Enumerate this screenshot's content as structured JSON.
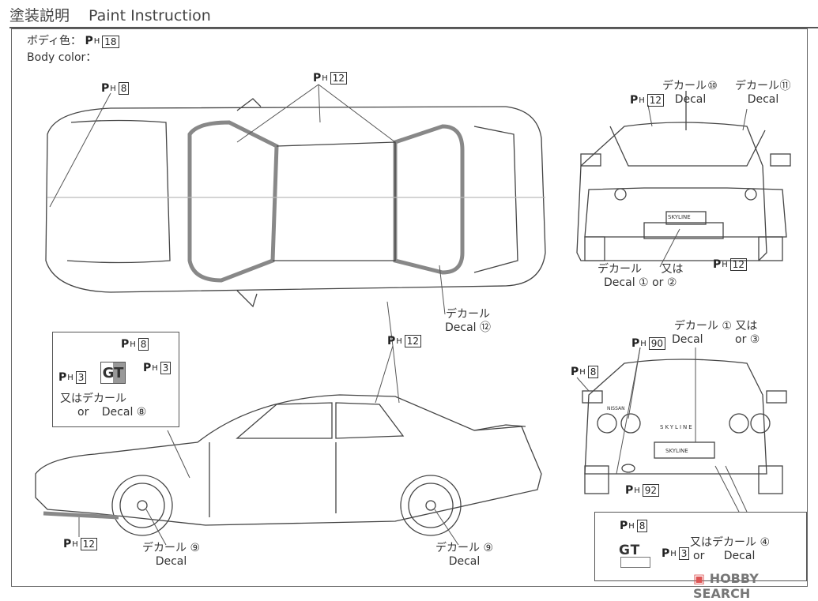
{
  "header": {
    "title_jp": "塗装説明",
    "title_en": "Paint Instruction"
  },
  "body_color": {
    "label_jp": "ボディ色：",
    "label_en": "Body color：",
    "code": "18"
  },
  "paint_prefix": {
    "p": "P",
    "h": "H"
  },
  "decal": {
    "jp": "デカール",
    "en": "Decal",
    "or_jp": "又は",
    "or_en": "or",
    "or_decal_jp": "又はデカール"
  },
  "codes": {
    "c8": "8",
    "c12": "12",
    "c3": "3",
    "c90": "90",
    "c92": "92",
    "c18": "18"
  },
  "decal_numbers": {
    "d1": "①",
    "d2": "②",
    "d3": "③",
    "d4": "④",
    "d8": "⑧",
    "d9": "⑨",
    "d10": "⑩",
    "d11": "⑪",
    "d12": "⑫"
  },
  "plates": {
    "front": "SKYLINE",
    "rear": "SKYLINE",
    "rear_badge": "SKYLINE",
    "nissan": "NISSAN"
  },
  "emblem": {
    "gt": "GT"
  },
  "watermark": "HOBBY SEARCH"
}
